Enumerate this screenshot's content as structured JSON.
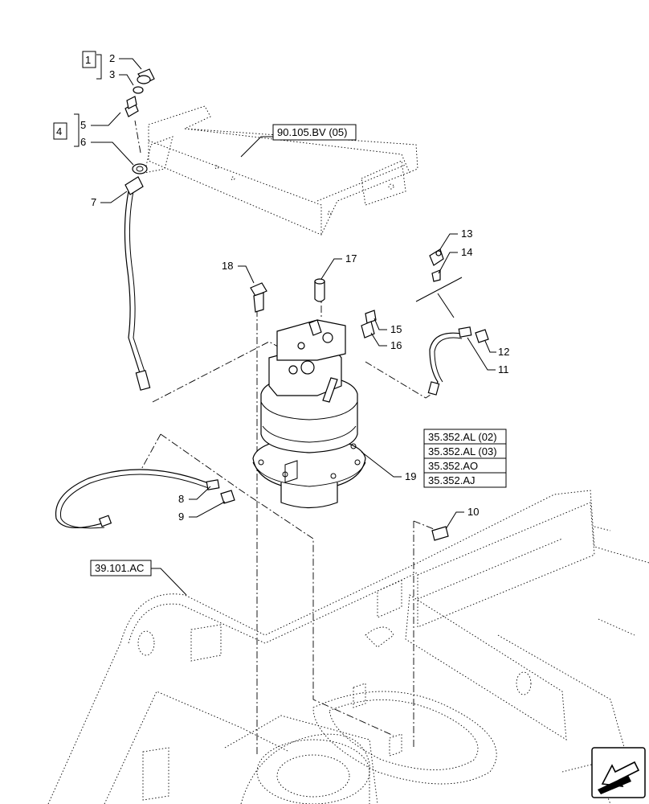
{
  "callouts": {
    "c1": "1",
    "c2": "2",
    "c3": "3",
    "c4": "4",
    "c5": "5",
    "c6": "6",
    "c7": "7",
    "c8": "8",
    "c9": "9",
    "c10": "10",
    "c11": "11",
    "c12": "12",
    "c13": "13",
    "c14": "14",
    "c15": "15",
    "c16": "16",
    "c17": "17",
    "c18": "18",
    "c19": "19"
  },
  "references": {
    "frame_ref": "90.105.BV (05)",
    "chassis_ref": "39.101.AC",
    "motor_refs": [
      "35.352.AL (02)",
      "35.352.AL (03)",
      "35.352.AO",
      "35.352.AJ"
    ]
  },
  "icons": {
    "nav": "next-page-arrow-icon"
  }
}
